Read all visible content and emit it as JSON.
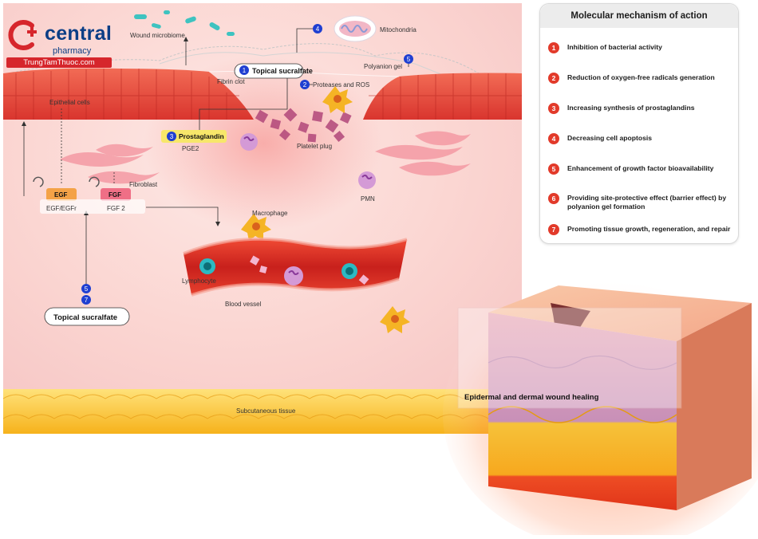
{
  "logo": {
    "name": "central",
    "subtitle": "pharmacy",
    "site": "TrungTamThuoc.com"
  },
  "diagram": {
    "labels": {
      "wound_microbiome": "Wound microbiome",
      "mitochondria": "Mitochondria",
      "polyanion_gel": "Polyanion gel",
      "fibrin_clot": "Fibrin clot",
      "topical_sucralfate_top": "Topical sucralfate",
      "proteases_ros": "Proteases and ROS",
      "epithelial_cells": "Epithelial cells",
      "prostaglandin": "Prostaglandin",
      "pge2": "PGE2",
      "platelet_plug": "Platelet plug",
      "fibroblast": "Fibroblast",
      "egf": "EGF",
      "egf_egfr": "EGF/EGFr",
      "fgf": "FGF",
      "fgf2": "FGF 2",
      "pmn": "PMN",
      "macrophage": "Macrophage",
      "lymphocyte": "Lymphocyte",
      "blood_vessel": "Blood vessel",
      "topical_sucralfate_bottom": "Topical sucralfate",
      "subcutaneous_tissue": "Subcutaneous tissue",
      "wound_healing": "Epidermal and dermal wound healing"
    },
    "badges": {
      "sucralfate_top": "1",
      "proteases": "2",
      "prostaglandin": "3",
      "mitochondria": "4",
      "polyanion": "5",
      "bottom_a": "5",
      "bottom_b": "7"
    }
  },
  "panel": {
    "title": "Molecular mechanism of action",
    "items": [
      {
        "num": "1",
        "text": "Inhibition of bacterial activity"
      },
      {
        "num": "2",
        "text": "Reduction of oxygen-free radicals generation"
      },
      {
        "num": "3",
        "text": "Increasing synthesis of prostaglandins"
      },
      {
        "num": "4",
        "text": "Decreasing cell apoptosis"
      },
      {
        "num": "5",
        "text": "Enhancement of growth factor bioavailability"
      },
      {
        "num": "6",
        "text": "Providing site-protective effect (barrier effect) by polyanion gel formation"
      },
      {
        "num": "7",
        "text": "Promoting tissue growth, regeneration, and repair"
      }
    ]
  },
  "colors": {
    "brand_blue": "#0b3e86",
    "brand_red": "#d6262c",
    "badge_blue": "#1f3fd1",
    "mechanism_red": "#e23a2a"
  }
}
